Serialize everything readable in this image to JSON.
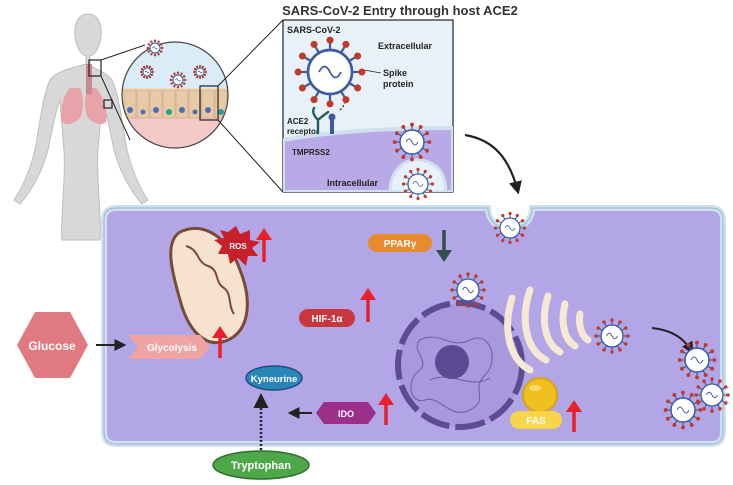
{
  "title": "SARS-CoV-2 Entry through host ACE2",
  "inset": {
    "virus_label": "SARS-CoV-2",
    "extracellular_label": "Extracellular",
    "spike_label_line1": "Spike",
    "spike_label_line2": "protein",
    "ace2_label_line1": "ACE2",
    "ace2_label_line2": "receptor",
    "tmprss2_label": "TMPRSS2",
    "intracellular_label": "Intracellular"
  },
  "cell": {
    "ros": "ROS",
    "ppar": "PPARγ",
    "hif": "HIF-1α",
    "glucose": "Glucose",
    "glycolysis": "Glycolysis",
    "kyneurine": "Kyneurine",
    "ido": "IDO",
    "fas": "FAS",
    "tryptophan": "Tryptophan"
  },
  "regulation": {
    "ros": "up",
    "ppar": "down",
    "hif": "up",
    "glycolysis": "up",
    "ido": "up",
    "fas": "up"
  },
  "colors": {
    "cell_fill": "#b3a6e6",
    "membrane": "#cfe0ee",
    "red_arrow": "#e8202a",
    "dark_arrow": "#2f4f4f",
    "glucose": "#e07a80",
    "glycolysis": "#f0a3a3",
    "ppar": "#e88a2e",
    "hif": "#c8373d",
    "ido": "#9c2f8a",
    "kyneurine": "#2a86b8",
    "tryptophan": "#4ea84a",
    "fas": "#f7d44a",
    "virus": "#3e5a9c"
  }
}
